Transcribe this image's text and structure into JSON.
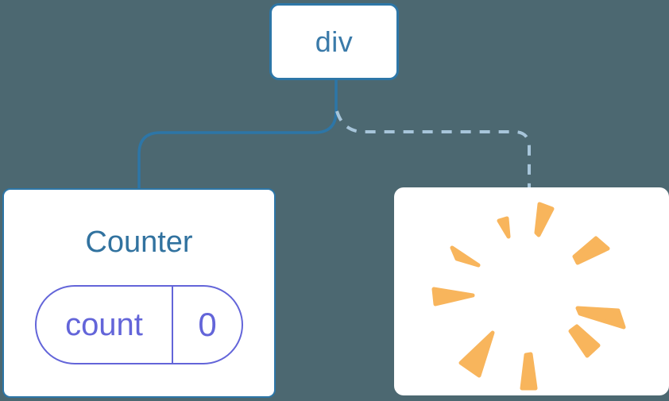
{
  "diagram": {
    "description": "component-tree",
    "root": {
      "label": "div"
    },
    "edges": [
      {
        "from": "div",
        "to": "Counter",
        "style": "solid"
      },
      {
        "from": "div",
        "to": "removed-component",
        "style": "dashed"
      }
    ],
    "counter_card": {
      "title": "Counter",
      "state": {
        "key": "count",
        "value": "0"
      }
    },
    "removed_card": {
      "icon": "poof-burst-icon"
    }
  },
  "colors": {
    "bg": "#4C6871",
    "accent": "#2D76A7",
    "node-text": "#3A7AA9",
    "title-text": "#31729F",
    "edge-dashed": "#A7C5DA",
    "state-purple": "#6365D9",
    "poof": "#F8B55C"
  }
}
